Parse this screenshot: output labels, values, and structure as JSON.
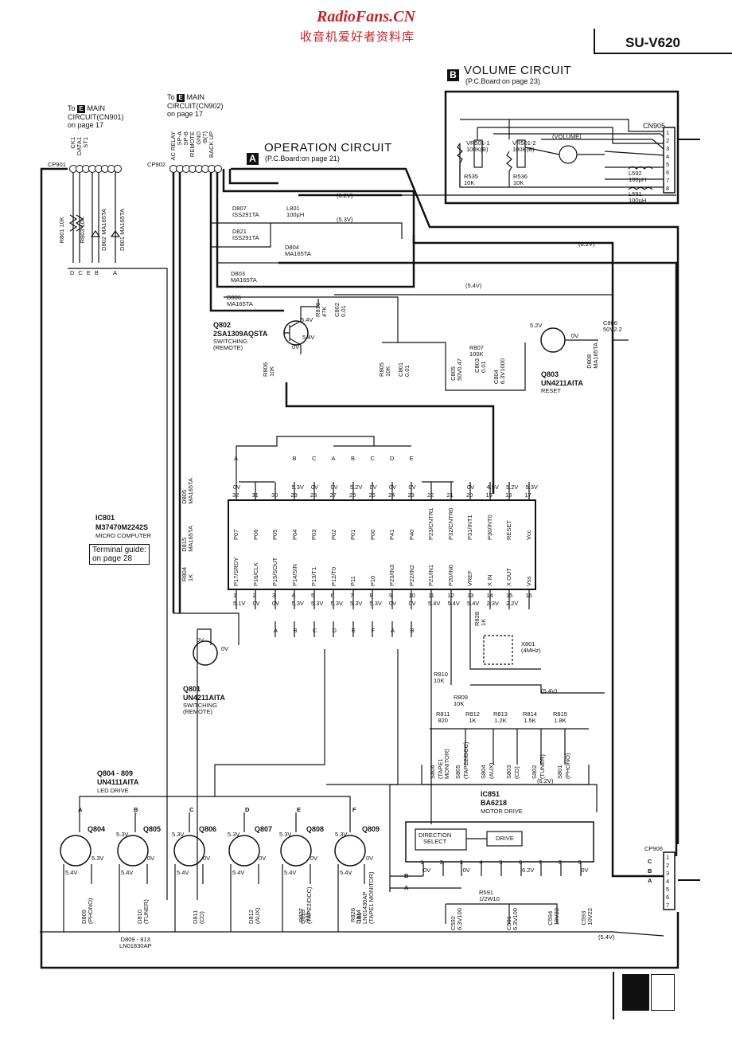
{
  "watermark": {
    "site": "RadioFans.CN",
    "cn": "收音机爱好者资料库"
  },
  "model": "SU-V620",
  "volume_section": {
    "badge": "B",
    "title": "VOLUME CIRCUIT",
    "board_ref": "(P.C.Board:on page 23)",
    "connector": "CN905",
    "volume_label": "(VOLUME)",
    "vr_left": "VR501-1\n100K(B)",
    "vr_right": "VR501-2\n100K(B)",
    "r535": "R535\n10K",
    "r536": "R536\n10K",
    "l592": "L592\n100µH",
    "l591": "L591\n100µH",
    "pins": [
      "1",
      "2",
      "3",
      "4",
      "5",
      "6",
      "7",
      "8"
    ]
  },
  "operation_section": {
    "badge": "A",
    "title": "OPERATION CIRCUIT",
    "board_ref": "(P.C.Board:on page 21)"
  },
  "cn901_note": {
    "to": "To",
    "badge": "E",
    "line1": "MAIN",
    "line2": "CIRCUIT(CN901)",
    "line3": "on page 17"
  },
  "cn902_note": {
    "to": "To",
    "badge": "E",
    "line1": "MAIN",
    "line2": "CIRCUIT(CN902)",
    "line3": "on page 17"
  },
  "cp901": {
    "name": "CP901",
    "signals": [
      "CK1",
      "DATA1",
      "ST1",
      "",
      "",
      "",
      "",
      ""
    ],
    "pins": [
      "1",
      "2",
      "3",
      "4",
      "5",
      "6",
      "7",
      "8"
    ]
  },
  "cp902": {
    "name": "CP902",
    "signals": [
      "AC RELAY",
      "SP-A",
      "SP-B",
      "REMOTE",
      "GND",
      "-B(7)",
      "BACK UP",
      ""
    ],
    "pins": [
      "1",
      "2",
      "3",
      "4",
      "5",
      "6",
      "7",
      "8"
    ]
  },
  "cp906": {
    "name": "CP906",
    "pins": [
      "1",
      "2",
      "3",
      "4",
      "5",
      "6",
      "7"
    ],
    "signals": [
      "C",
      "B",
      "A",
      "",
      "",
      "",
      ""
    ]
  },
  "voltages": {
    "v62": "6.2V",
    "v53": "5.3V",
    "v54": "5.4V"
  },
  "components": {
    "d807": "D807\nISS291TA",
    "l801": "L801\n100µH",
    "d821": "D821\nISS291TA",
    "d804": "D804\nMA165TA",
    "d803": "D803\nMA165TA",
    "d806": "D806\nMA165TA",
    "r801": "R801",
    "r803": "R803",
    "d802": "D802",
    "d801": "D801",
    "r801v": "10K",
    "r803v": "10K",
    "d802v": "MA165TA",
    "d801v": "MA165TA",
    "abc_labels": [
      "D",
      "C",
      "E",
      "B",
      "A"
    ],
    "r816": "R816\n47K",
    "c802": "C802\n0.01",
    "r806": "R806\n10K",
    "r805": "R805\n10K",
    "c801": "C801\n0.01",
    "r807": "R807\n100K",
    "c805": "C805\n50V0.47",
    "c803": "C803\n0.01",
    "c804": "C804\n6.3V1000",
    "c806": "C806\n50V2.2",
    "d808": "D808\nMA165TA",
    "d805": "D805\nMA165TA",
    "d815": "D815\nMA165TA",
    "r804": "R804\n1K",
    "r828": "R828\n1K",
    "x801": "X801\n(4MHz)",
    "r810": "R810\n10K",
    "r809": "R809\n10K",
    "r811": "R811\n820",
    "r812": "R812\n1K",
    "r813": "R813\n1.2K",
    "r814": "R814\n1.5K",
    "r815": "R815\n1.8K",
    "r591": "R591\n1/2W10",
    "c592": "C592\n6.3V100",
    "c591": "C591\n6.3V100",
    "c594": "C594\n10V22",
    "c593": "C593\n10V22",
    "r827": "R827\n330",
    "r826": "R826\n180",
    "d809_813": "D809 - 813\nLN01830AP"
  },
  "transistors": {
    "q802": {
      "name": "Q802",
      "part": "2SA1309AQSTA",
      "role": "SWITCHING\n(REMOTE)",
      "ve": "5.4V",
      "vc": "5.4V",
      "vb": "0V"
    },
    "q803": {
      "name": "Q803",
      "part": "UN4211AITA",
      "role": "RESET",
      "vb": "5.2V",
      "vc": "0V"
    },
    "q801": {
      "name": "Q801",
      "part": "UN4211AITA",
      "role": "SWITCHING\n(REMOTE)",
      "vb": "0V",
      "vc": "0V"
    }
  },
  "ic801": {
    "name": "IC801",
    "part": "M37470M2242S",
    "desc": "MICRO COMPUTER",
    "guide": "Terminal guide:\non page 28",
    "top_pins": [
      "32",
      "31",
      "30",
      "29",
      "28",
      "27",
      "26",
      "25",
      "24",
      "23",
      "22",
      "21",
      "20",
      "19",
      "18",
      "17"
    ],
    "top_names": [
      "P07",
      "P06",
      "P05",
      "P04",
      "P03",
      "P02",
      "P01",
      "P00",
      "P41",
      "P40",
      "P23/CNTR1",
      "P32/CNTR0",
      "P31/INT1",
      "P30/INT0",
      "RESET",
      "Vcc"
    ],
    "top_volts": [
      "0V",
      "",
      "",
      "5.3V",
      "0V",
      "0V",
      "5.2V",
      "0V",
      "0V",
      "0V",
      "",
      "",
      "0V",
      "4.5V",
      "5.2V",
      "5.3V"
    ],
    "top_letters": [
      "A",
      "",
      "",
      "B",
      "C",
      "A",
      "B",
      "C",
      "D",
      "E",
      "",
      "",
      "",
      "",
      "",
      ""
    ],
    "bottom_pins": [
      "1",
      "2",
      "3",
      "4",
      "5",
      "6",
      "7",
      "8",
      "9",
      "10",
      "11",
      "12",
      "13",
      "14",
      "15",
      "16"
    ],
    "bottom_names": [
      "P17/SRDY",
      "P16/CLK",
      "P15/SOUT",
      "P14/SIN",
      "P13/T1",
      "P12/T0",
      "P11",
      "P10",
      "P23/IN3",
      "P22/IN2",
      "P21/IN1",
      "P20/IN0",
      "VREF",
      "X IN",
      "X OUT",
      "Vss"
    ],
    "bottom_volts": [
      "5.1V",
      "0V",
      "0V",
      "5.3V",
      "5.3V",
      "5.3V",
      "5.3V",
      "5.3V",
      "0V",
      "0V",
      "5.4V",
      "5.4V",
      "5.4V",
      "2.3V",
      "2.2V",
      ""
    ],
    "bottom_letters": [
      "",
      "",
      "A",
      "B",
      "C",
      "D",
      "E",
      "F",
      "A",
      "B",
      "",
      "",
      "",
      "",
      "",
      ""
    ]
  },
  "switches": [
    {
      "name": "S806",
      "func": "(TAPE1 MONITOR)"
    },
    {
      "name": "S805",
      "func": "(TAPE2/DCC)"
    },
    {
      "name": "S804",
      "func": "(AUX)"
    },
    {
      "name": "S803",
      "func": "(CD)"
    },
    {
      "name": "S802",
      "func": "(TUNER)"
    },
    {
      "name": "S801",
      "func": "(PHONO)"
    }
  ],
  "led_drive": {
    "title": "Q804 - 809",
    "part": "UN4111AITA",
    "desc": "LED DRIVE",
    "stages": [
      {
        "letter": "A",
        "q": "Q804",
        "led": "D809\n(PHONO)",
        "v1": "",
        "v2": "5.3V",
        "v3": "5.4V"
      },
      {
        "letter": "B",
        "q": "Q805",
        "led": "D810\n(TUNER)",
        "v1": "5.3V",
        "v2": "0V",
        "v3": "5.4V"
      },
      {
        "letter": "C",
        "q": "Q806",
        "led": "D811\n(CD)",
        "v1": "5.3V",
        "v2": "0V",
        "v3": "5.4V"
      },
      {
        "letter": "D",
        "q": "Q807",
        "led": "D812\n(AUX)",
        "v1": "5.3V",
        "v2": "0V",
        "v3": "5.4V"
      },
      {
        "letter": "E",
        "q": "Q808",
        "led": "D813\n(TAPE2/DCC)",
        "v1": "5.3V",
        "v2": "0V",
        "v3": "5.4V"
      },
      {
        "letter": "F",
        "q": "Q809",
        "led": "D814\nLN01430AP\n(TAPE1 MONITOR)",
        "v1": "5.3V",
        "v2": "0V",
        "v3": "5.4V"
      }
    ]
  },
  "ic851": {
    "name": "IC851",
    "part": "BA6218",
    "desc": "MOTOR DRIVE",
    "block1": "DIRECTION\nSELECT",
    "block2": "DRIVE",
    "pins": [
      "1",
      "2",
      "3",
      "4",
      "5",
      "6",
      "7",
      "8",
      "9"
    ],
    "volts": [
      "0V",
      "",
      "0V",
      "",
      "",
      "6.2V",
      "",
      "",
      "0V"
    ],
    "inputs": [
      "B",
      "A"
    ]
  }
}
